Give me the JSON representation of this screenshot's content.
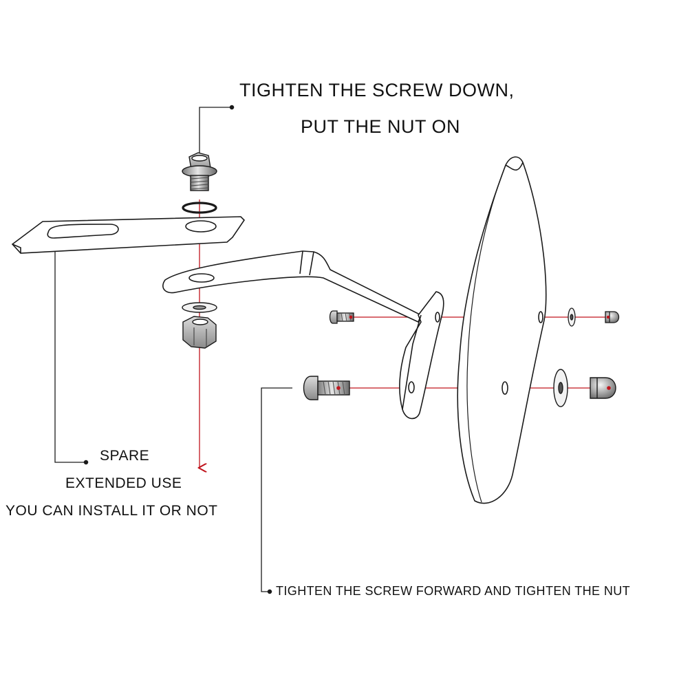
{
  "instructions": {
    "top_line_1": "TIGHTEN THE SCREW DOWN,",
    "top_line_2": "PUT THE NUT ON",
    "spare_line_1": "SPARE",
    "spare_line_2": "EXTENDED USE",
    "spare_line_3": "YOU CAN INSTALL IT OR NOT",
    "forward_note": "TIGHTEN THE SCREW FORWARD AND TIGHTEN THE NUT"
  },
  "colors": {
    "line": "#1a1a1a",
    "accent": "#c0141c",
    "part_fill": "#ffffff",
    "metal_dark": "#6b6b6b",
    "metal_light": "#d8d8d8"
  }
}
